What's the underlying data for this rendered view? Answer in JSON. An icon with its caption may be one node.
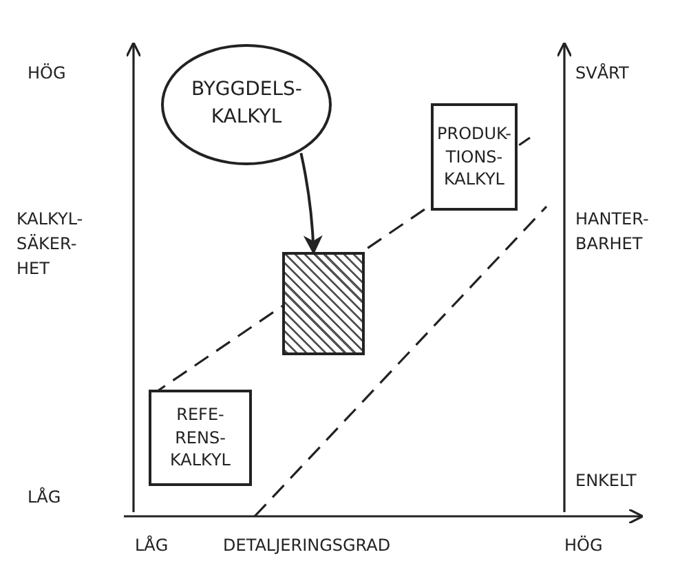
{
  "diagram": {
    "nodes": [
      {
        "text": [
          "BYGGDELS-KALKYL"
        ]
      },
      {
        "text": [
          "PRODUK-TIONS-KALKYL"
        ]
      },
      {
        "text": [],
        "shape": "box"
      },
      {
        "text": [
          "REFE-RENS-KALKYL"
        ]
      }
    ],
    "edges": [
      {
        "from": 0,
        "to": 2,
        "arrow": "to"
      }
    ],
    "labels": [
      "HÖG",
      "SVÅRT",
      "KALKYL-SÄKER-HET",
      "HANTER-BARHET",
      "ENKELT",
      "LÅG",
      "LÅG",
      "DETALJERINGSGRAD",
      "HÖG"
    ]
  }
}
